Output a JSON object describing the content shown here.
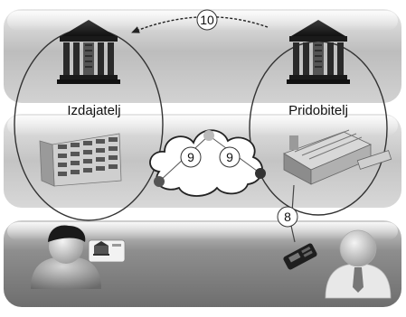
{
  "labels": {
    "issuer": "Izdajatelj",
    "acquirer": "Pridobitelj"
  },
  "steps": {
    "top_arrow": "10",
    "network_left": "9",
    "network_right": "9",
    "terminal": "8"
  }
}
